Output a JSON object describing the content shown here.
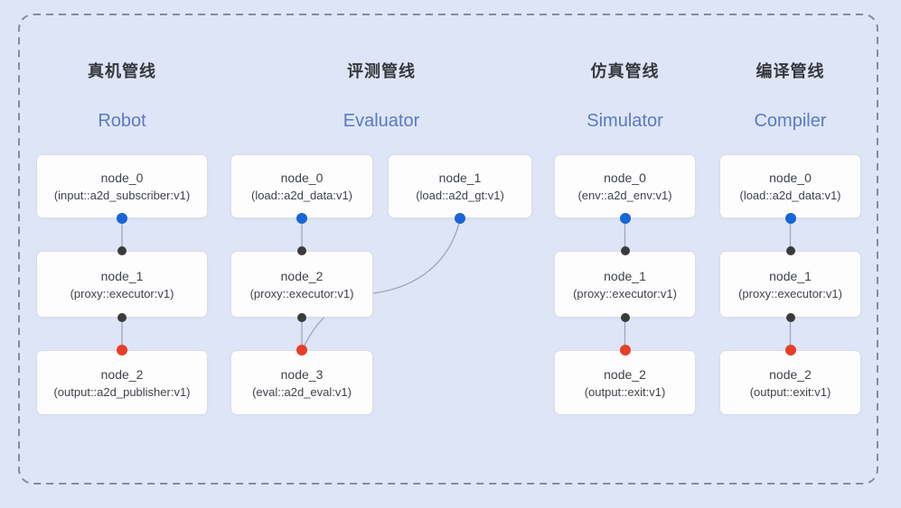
{
  "colors": {
    "page_bg": "#dee5f6",
    "frame_border": "#868c98",
    "edge": "#9ba7bb",
    "title_zh": "#34373c",
    "title_en": "#5a7ac5",
    "node_bg": "#fdfdfe",
    "node_border": "#d9dde6",
    "node_text": "#3f434a",
    "port_source": "#1765d8",
    "port_through": "#3b3b3b",
    "port_sink": "#e83e28"
  },
  "pipelines": [
    {
      "id": "robot",
      "title_zh": "真机管线",
      "title_en": "Robot",
      "nodes": [
        {
          "name": "node_0",
          "detail": "(input::a2d_subscriber:v1)"
        },
        {
          "name": "node_1",
          "detail": "(proxy::executor:v1)"
        },
        {
          "name": "node_2",
          "detail": "(output::a2d_publisher:v1)"
        }
      ]
    },
    {
      "id": "evaluator",
      "title_zh": "评测管线",
      "title_en": "Evaluator",
      "nodes": [
        {
          "name": "node_0",
          "detail": "(load::a2d_data:v1)"
        },
        {
          "name": "node_1",
          "detail": "(load::a2d_gt:v1)"
        },
        {
          "name": "node_2",
          "detail": "(proxy::executor:v1)"
        },
        {
          "name": "node_3",
          "detail": "(eval::a2d_eval:v1)"
        }
      ]
    },
    {
      "id": "simulator",
      "title_zh": "仿真管线",
      "title_en": "Simulator",
      "nodes": [
        {
          "name": "node_0",
          "detail": "(env::a2d_env:v1)"
        },
        {
          "name": "node_1",
          "detail": "(proxy::executor:v1)"
        },
        {
          "name": "node_2",
          "detail": "(output::exit:v1)"
        }
      ]
    },
    {
      "id": "compiler",
      "title_zh": "编译管线",
      "title_en": "Compiler",
      "nodes": [
        {
          "name": "node_0",
          "detail": "(load::a2d_data:v1)"
        },
        {
          "name": "node_1",
          "detail": "(proxy::executor:v1)"
        },
        {
          "name": "node_2",
          "detail": "(output::exit:v1)"
        }
      ]
    }
  ]
}
